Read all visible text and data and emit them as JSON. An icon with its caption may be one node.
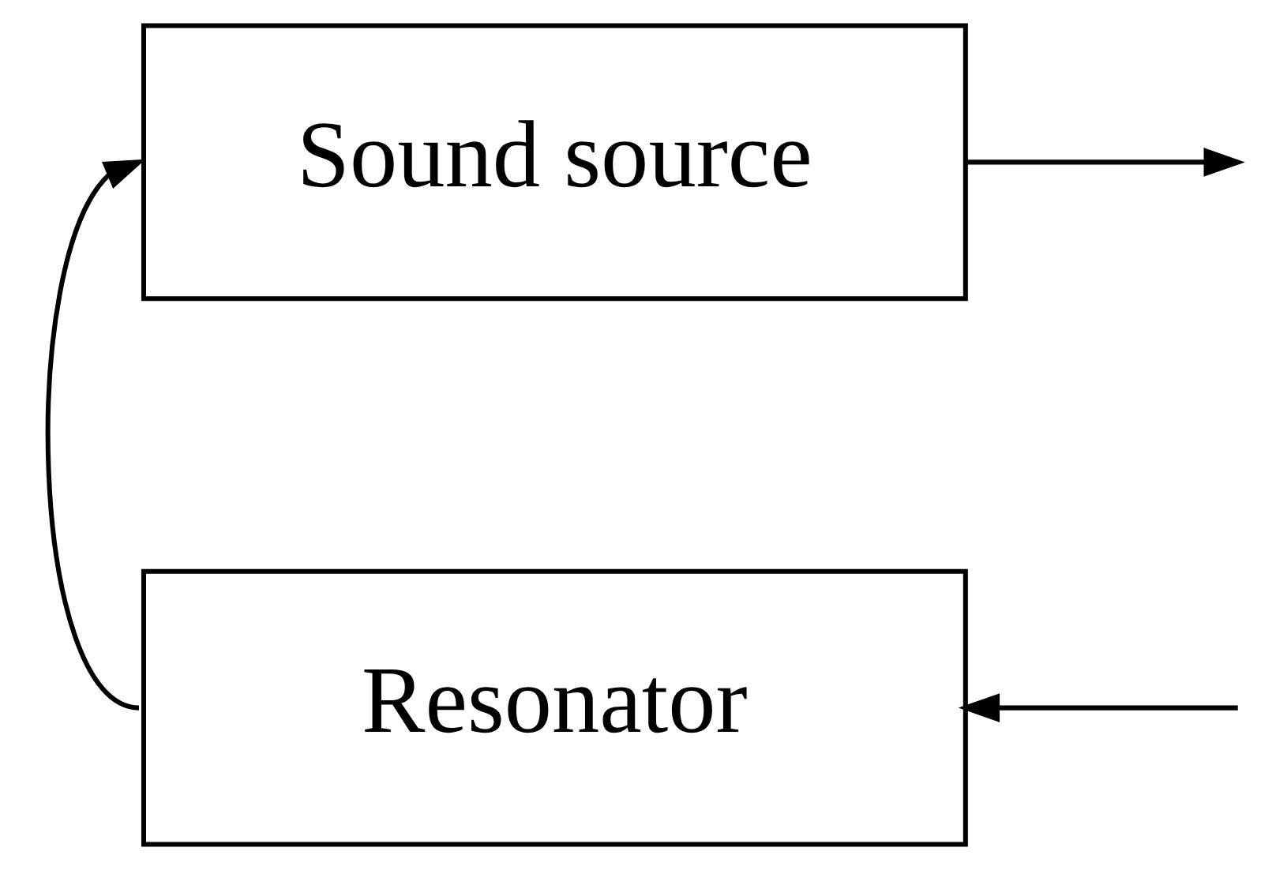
{
  "diagram": {
    "nodes": [
      {
        "text": [
          "Sound source"
        ]
      },
      {
        "text": [
          "Resonator"
        ]
      }
    ],
    "edges": [
      {
        "from": 0,
        "to": null,
        "arrow": "to"
      },
      {
        "from": null,
        "to": 1,
        "arrow": "to"
      },
      {
        "from": 1,
        "to": 0,
        "arrow": "to"
      }
    ]
  }
}
